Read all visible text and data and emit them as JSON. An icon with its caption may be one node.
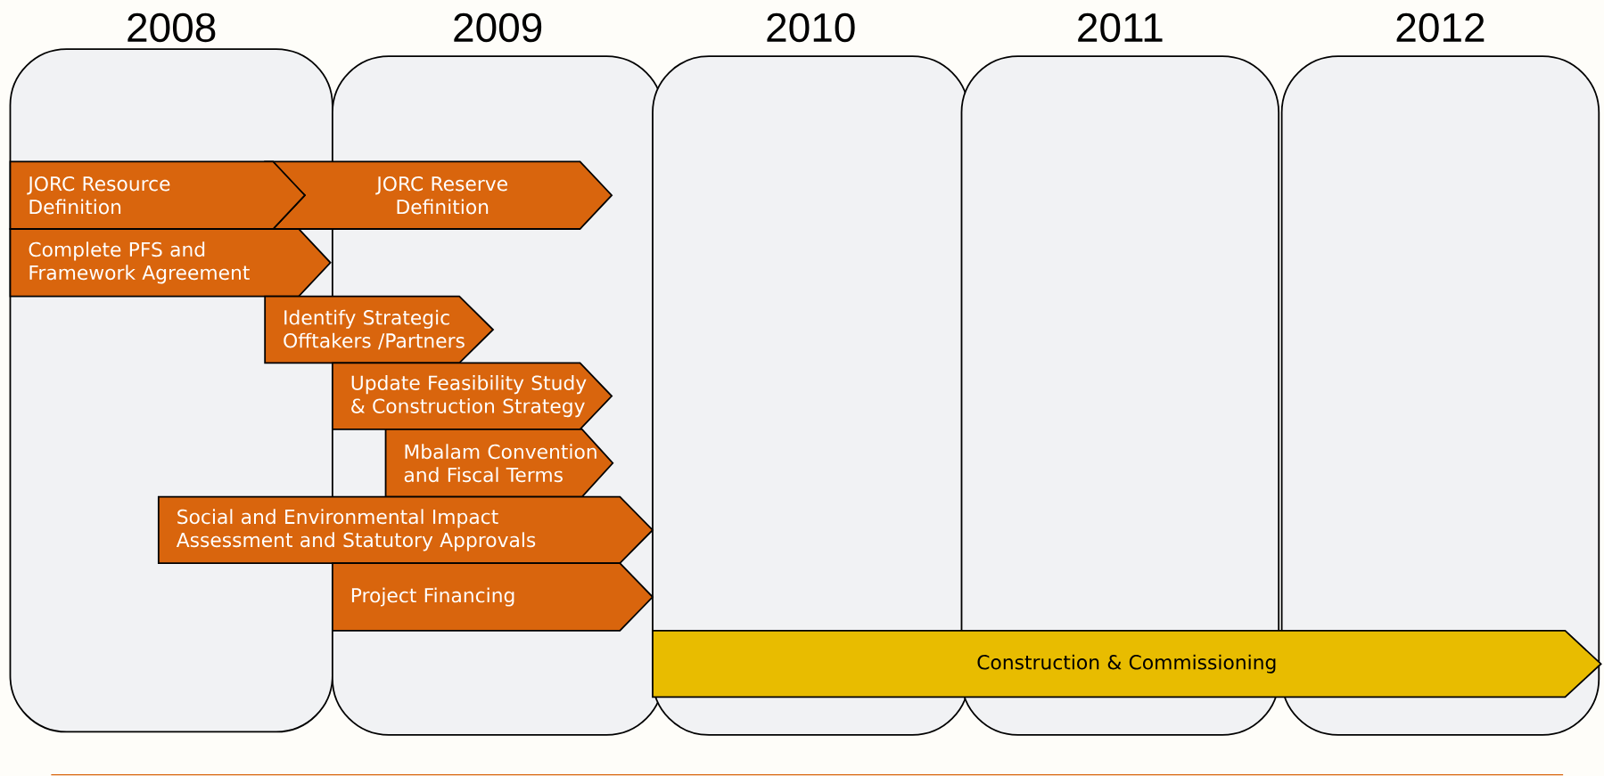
{
  "diagram": {
    "nodes": [
      {
        "text": [
          "2008"
        ]
      },
      {
        "text": [
          "2009"
        ]
      },
      {
        "text": [
          "2010"
        ]
      },
      {
        "text": [
          "2011"
        ]
      },
      {
        "text": [
          "2012"
        ]
      },
      {
        "text": [
          "JORC Resource Definition"
        ],
        "in": 0
      },
      {
        "text": [
          "JORC Reserve Definition"
        ]
      },
      {
        "text": [
          "Complete PFS and Framework Agreement"
        ],
        "in": 0
      },
      {
        "text": [
          "Identify Strategic Offtakers /Partners"
        ]
      },
      {
        "text": [
          "Update Feasibility Study & Construction Strategy"
        ],
        "in": 1
      },
      {
        "text": [
          "Mbalam Convention and Fiscal Terms"
        ],
        "in": 1
      },
      {
        "text": [
          "Social and Environmental Impact Assessment and Statutory Approvals"
        ]
      },
      {
        "text": [
          "Project Financing"
        ],
        "in": 1
      },
      {
        "text": [
          "Construction & Commissioning"
        ]
      }
    ]
  }
}
